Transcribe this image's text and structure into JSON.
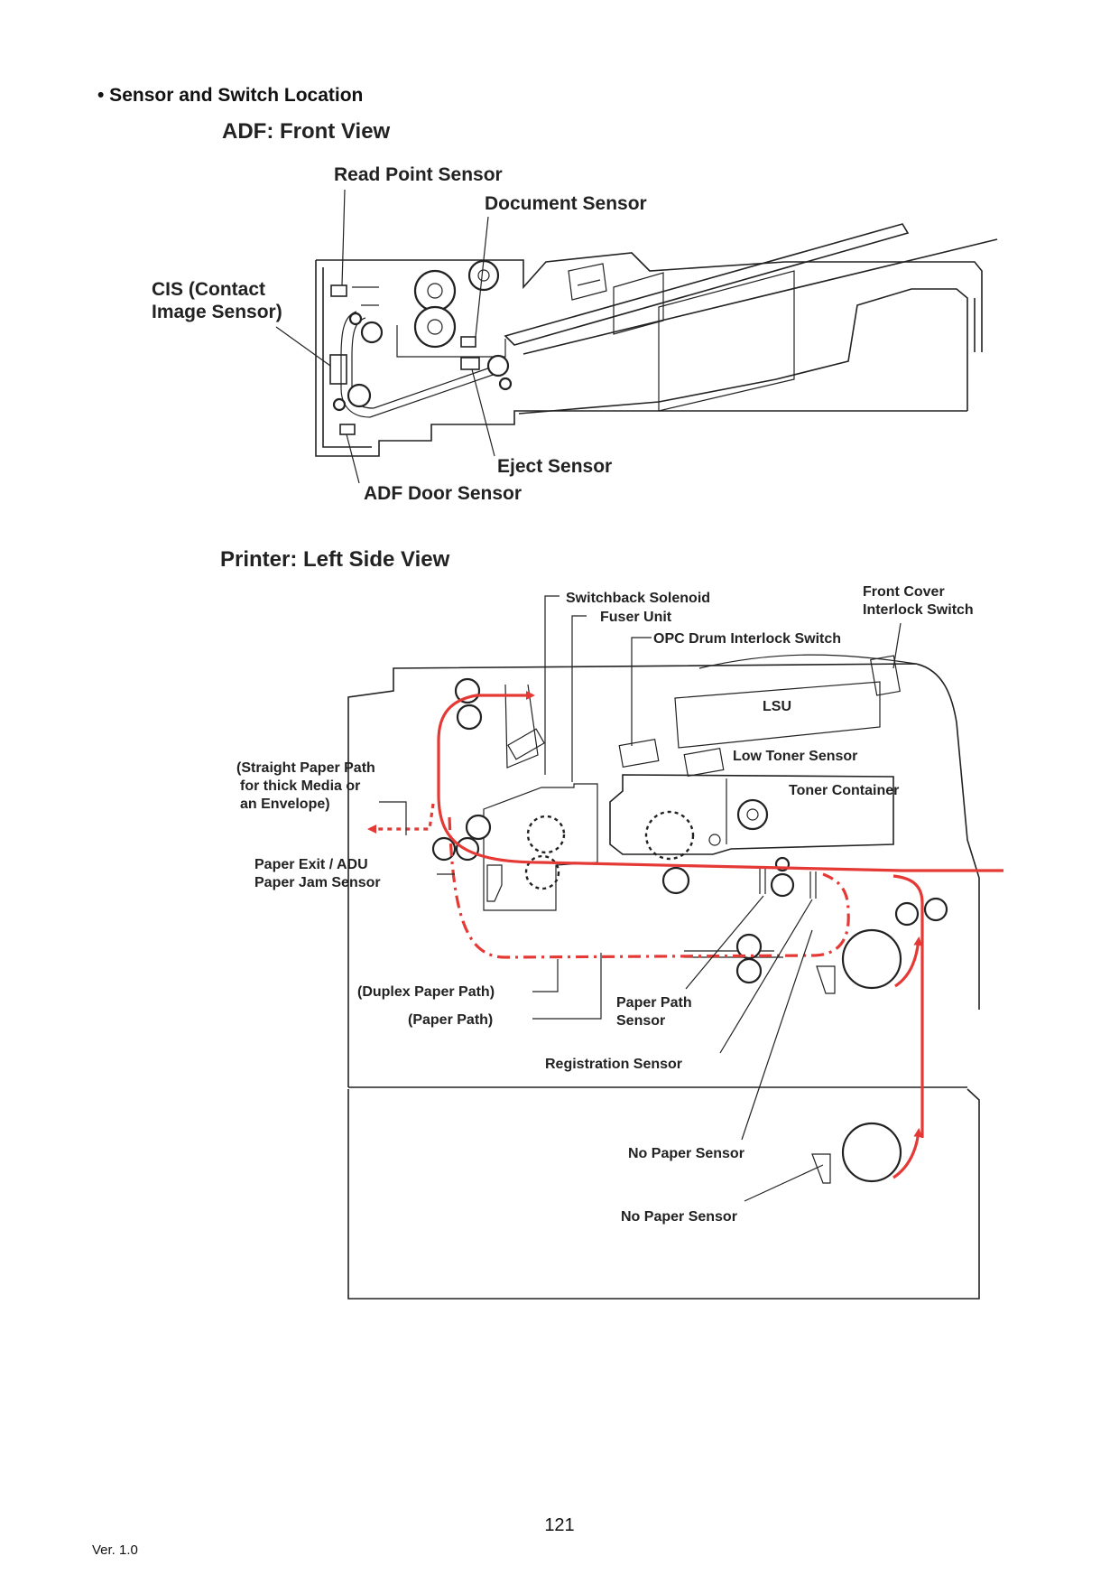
{
  "section_title": "• Sensor and Switch Location",
  "adf": {
    "title": "ADF: Front View",
    "labels": {
      "read_point_sensor": "Read Point Sensor",
      "document_sensor": "Document Sensor",
      "cis_line1": "CIS (Contact",
      "cis_line2": "Image Sensor)",
      "eject_sensor": "Eject Sensor",
      "adf_door_sensor": "ADF Door Sensor"
    }
  },
  "printer": {
    "title": "Printer: Left Side View",
    "labels": {
      "switchback_solenoid": "Switchback Solenoid",
      "fuser_unit": "Fuser Unit",
      "opc_drum_interlock_switch": "OPC Drum Interlock Switch",
      "front_cover_line1": "Front Cover",
      "front_cover_line2": "Interlock Switch",
      "lsu": "LSU",
      "low_toner_sensor": "Low Toner Sensor",
      "toner_container": "Toner Container",
      "straight_path_line1": "(Straight Paper Path",
      "straight_path_line2": "for thick Media or",
      "straight_path_line3": "an Envelope)",
      "paper_exit_line1": "Paper Exit / ADU",
      "paper_exit_line2": "Paper Jam Sensor",
      "duplex_paper_path": "(Duplex Paper Path)",
      "paper_path": "(Paper Path)",
      "paper_path_sensor_line1": "Paper Path",
      "paper_path_sensor_line2": "Sensor",
      "registration_sensor": "Registration Sensor",
      "no_paper_sensor_upper": "No Paper Sensor",
      "no_paper_sensor_lower": "No Paper Sensor"
    }
  },
  "colors": {
    "paper_path": "#e53935",
    "line": "#222222"
  },
  "footer": {
    "page_number": "121",
    "version": "Ver. 1.0"
  }
}
